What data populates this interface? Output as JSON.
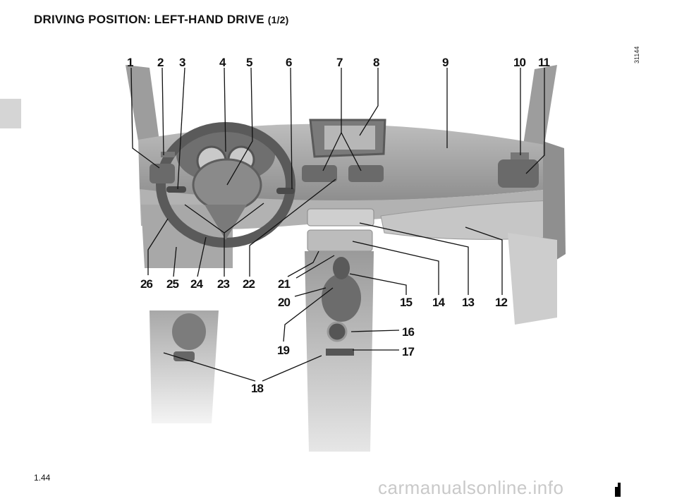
{
  "header": {
    "title": "DRIVING POSITION: LEFT-HAND DRIVE",
    "part": "(1/2)"
  },
  "reference_code": "31144",
  "page_number": "1.44",
  "watermark": "carmanualsonline.info",
  "callouts": [
    "1",
    "2",
    "3",
    "4",
    "5",
    "6",
    "7",
    "8",
    "9",
    "10",
    "11",
    "12",
    "13",
    "14",
    "15",
    "16",
    "17",
    "18",
    "19",
    "20",
    "21",
    "22",
    "23",
    "24",
    "25",
    "26"
  ]
}
